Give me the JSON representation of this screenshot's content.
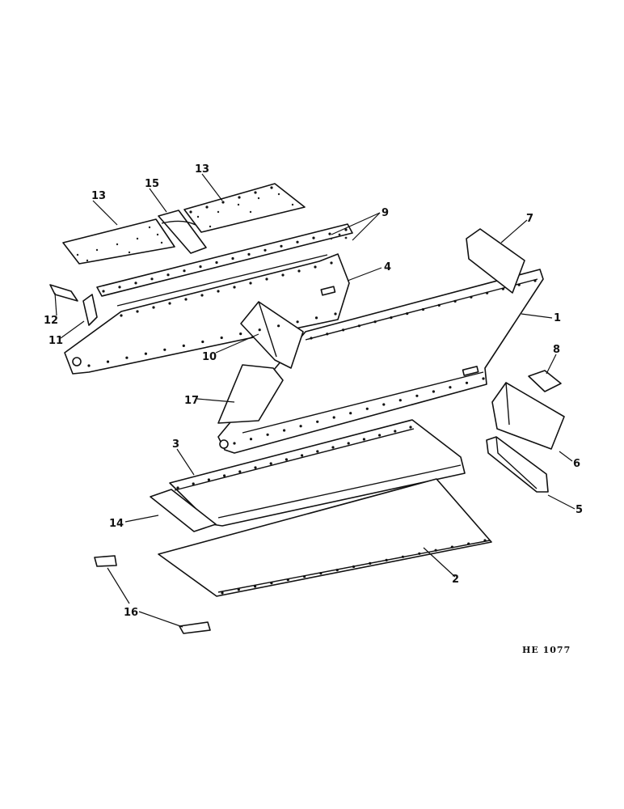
{
  "callouts": {
    "c1": "1",
    "c2": "2",
    "c3": "3",
    "c4": "4",
    "c5": "5",
    "c6": "6",
    "c7": "7",
    "c8": "8",
    "c9": "9",
    "c10": "10",
    "c11": "11",
    "c12": "12",
    "c13a": "13",
    "c13b": "13",
    "c14": "14",
    "c15": "15",
    "c16": "16",
    "c17": "17"
  },
  "drawing_code": "HE 1077",
  "colors": {
    "ink": "#111111",
    "paper": "#ffffff"
  }
}
